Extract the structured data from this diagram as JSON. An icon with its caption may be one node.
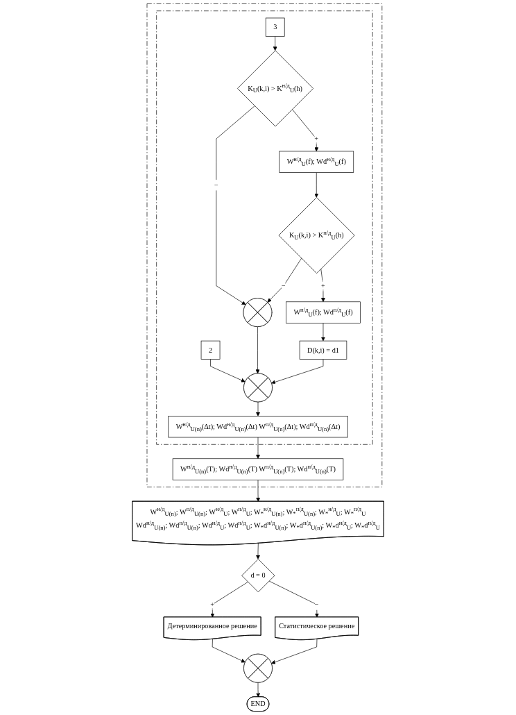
{
  "diagram": {
    "nodes": [
      {
        "text": [],
        "shape": "box"
      },
      {
        "text": [],
        "shape": "box",
        "in": 0
      },
      {
        "text": [
          "2"
        ],
        "in": 1
      },
      {
        "text": [
          "3"
        ],
        "in": 1
      },
      {
        "text": [
          "K$_{U}$(k,i) > K$^{н/д}$$_{U}$(h)"
        ],
        "in": 1
      },
      {
        "text": [
          "W$^{н/д}$$_{U}$(f); Wd$^{н/д}$$_{U}$(f)"
        ],
        "in": 1
      },
      {
        "text": [
          "K$_{U}$(k,i) > K$^{п/д}$$_{U}$(h)"
        ],
        "in": 1
      },
      {
        "text": [],
        "shape": "circle",
        "in": 1
      },
      {
        "text": [
          "W$^{п/д}$$_{U}$(f); Wd$^{п/д}$$_{U}$(f)"
        ],
        "in": 1
      },
      {
        "text": [
          "D(k,i) = d1"
        ],
        "in": 1
      },
      {
        "text": [],
        "shape": "circle",
        "in": 1
      },
      {
        "text": [
          "W$^{н/д}$$_{U(n)}$(Δt); Wd$^{н/д}$$_{U(n)}$(Δt) W$^{п/д}$$_{U(n)}$(Δt); Wd$^{п/д}$$_{U(n)}$(Δt)"
        ],
        "in": 1
      },
      {
        "text": [
          "W$^{н/д}$$_{U(n)}$(T); Wd$^{н/д}$$_{U(n)}$(T) W$^{п/д}$$_{U(n)}$(T); Wd$^{п/д}$$_{U(n)}$(T)"
        ],
        "in": 0
      },
      {
        "text": [
          "W$^{н/д}$$_{U(n)}$; W$^{п/д}$$_{U(n)}$; W$^{н/д}$$_{U}$; W$^{п/д}$$_{U}$; W$_{*}$$^{н/д}$$_{U(n)}$; W$_{*}$$^{п/д}$$_{U(n)}$; W$_{*}$$^{н/д}$$_{U}$; W$_{*}$$^{п/д}$$_{U}$",
          "Wd$^{н/д}$$_{U(n)}$; Wd$^{п/д}$$_{U(n)}$; Wd$^{н/д}$$_{U}$; Wd$^{п/д}$$_{U}$; W$_{*}$d$^{н/д}$$_{U(n)}$; W$_{*}$d$^{п/д}$$_{U(n)}$; W$_{*}$d$^{н/д}$$_{U}$; W$_{*}$d$^{п/д}$$_{U}$"
        ]
      },
      {
        "text": [
          "d = 0"
        ]
      },
      {
        "text": [
          "Детерминированное решение"
        ]
      },
      {
        "text": [
          "Статистическое решение"
        ]
      },
      {
        "text": [],
        "shape": "circle"
      },
      {
        "text": [
          "END"
        ]
      }
    ],
    "edges": [
      {
        "from": 2,
        "to": 10,
        "arrow": "to"
      },
      {
        "from": 3,
        "to": 4,
        "arrow": "to"
      },
      {
        "from": 4,
        "to": 5,
        "arrow": "to",
        "label": "+"
      },
      {
        "from": 4,
        "to": 7,
        "arrow": "to",
        "label": "−"
      },
      {
        "from": 5,
        "to": 6,
        "arrow": "to"
      },
      {
        "from": 6,
        "to": 7,
        "arrow": "to",
        "label": "−"
      },
      {
        "from": 6,
        "to": 8,
        "arrow": "to",
        "label": "+"
      },
      {
        "from": 7,
        "to": 10,
        "arrow": "to"
      },
      {
        "from": 8,
        "to": 9,
        "arrow": "to"
      },
      {
        "from": 9,
        "to": 10,
        "arrow": "to"
      },
      {
        "from": 10,
        "to": 11,
        "arrow": "to"
      },
      {
        "from": 11,
        "to": 12,
        "arrow": "to"
      },
      {
        "from": 12,
        "to": 13,
        "arrow": "to"
      },
      {
        "from": 13,
        "to": 14,
        "arrow": "to"
      },
      {
        "from": 14,
        "to": 15,
        "arrow": "to",
        "label": "+"
      },
      {
        "from": 14,
        "to": 16,
        "arrow": "to",
        "label": "−"
      },
      {
        "from": 15,
        "to": 17,
        "arrow": "to"
      },
      {
        "from": 16,
        "to": 17,
        "arrow": "to"
      },
      {
        "from": 17,
        "to": 18,
        "arrow": "to"
      }
    ]
  }
}
